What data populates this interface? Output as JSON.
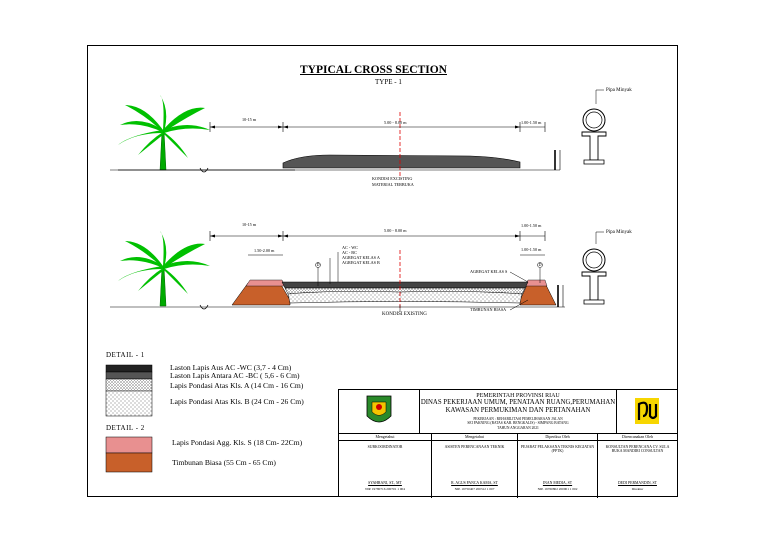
{
  "title": "TYPICAL CROSS SECTION",
  "subtitle": "TYPE - 1",
  "section1": {
    "dim_left": "10-15 m",
    "dim_road": "5.00 - 8.00 m",
    "dim_right": "1.00-1.50 m",
    "pipe_label": "Pipa Minyak",
    "note_line1": "KONDISI EXCISTING",
    "note_line2": "MATERIAL TERBUKA"
  },
  "section2": {
    "dim_left": "10-15 m",
    "dim_road": "5.00 - 8.00 m",
    "dim_right_top": "1.00-1.50 m",
    "dim_left_inner": "1.50-2.00 m",
    "dim_right_inner": "1.00-1.50 m",
    "pipe_label": "Pipa Minyak",
    "callouts": [
      "AC - WC",
      "AC - BC",
      "AGREGAT KELAS A",
      "AGREGAT KELAS B"
    ],
    "agregat_label": "AGREGAT KELAS S",
    "timbunan_label": "TIMBUNAN BIASA",
    "existing_label": "KONDISI EXISTING",
    "marker_letters": [
      "D",
      "D"
    ]
  },
  "detail1": {
    "heading": "DETAIL - 1",
    "items": [
      "Laston Lapis Aus AC -WC    (3,7 - 4 Cm)",
      "Laston Lapis Antara AC -BC  ( 5,6 - 6 Cm)",
      "Lapis Pondasi Atas Kls. A (14 Cm - 16 Cm)",
      "Lapis Pondasi Atas Kls. B (24 Cm - 26 Cm)"
    ]
  },
  "detail2": {
    "heading": "DETAIL - 2",
    "items": [
      "Lapis Pondasi Agg. Kls. S (18 Cm- 22Cm)",
      "Timbunan Biasa (55 Cm - 65 Cm)"
    ]
  },
  "colors": {
    "palm": "#00c000",
    "road_fill": "#555555",
    "agg_s": "#e89090",
    "timbunan": "#c8602a",
    "red_axis": "#e00000"
  },
  "title_block": {
    "org1": "PEMERINTAH PROVINSI RIAU",
    "org2": "DINAS PEKERJAAN UMUM, PENATAAN RUANG,PERUMAHAN",
    "org3": "KAWASAN PERMUKIMAN DAN PERTANAHAN",
    "project1": "PEKERJAAN : REHABILITASI PEMELIHARAAN JALAN",
    "project2": "SEI PAKNING (BATAS KAB. BENGKALIS) - SIMPANG BATANG",
    "project3": "TAHUN ANGGARAN 2021",
    "columns": [
      {
        "label": "Mengetahui",
        "role": "SUBKOORDINATOR",
        "name": "SYAHRANI, ST., MT",
        "nip": "NIP. 19780716 200701 1 004"
      },
      {
        "label": "Mengetahui",
        "role": "ASISTEN PERENCANAAN TEKNIK",
        "name": "R. AGUS PANCA KAMA, ST",
        "nip": "NIP. 19750407 200312 1 007"
      },
      {
        "label": "Diperiksa Oleh",
        "role": "PEJABAT PELAKSANA TEKNIS KEGIATAN (PPTK)",
        "name": "INAN MEDIA, ST",
        "nip": "NIP. 19760802 200901 1 002"
      },
      {
        "label": "Direncanakan Oleh",
        "role": "KONSULTAN PERENCANA CV. SULA BUKA MANDIRI CONSULTAN",
        "name": "DEDI PERMANDIN, ST",
        "nip": "Direktur"
      }
    ]
  }
}
